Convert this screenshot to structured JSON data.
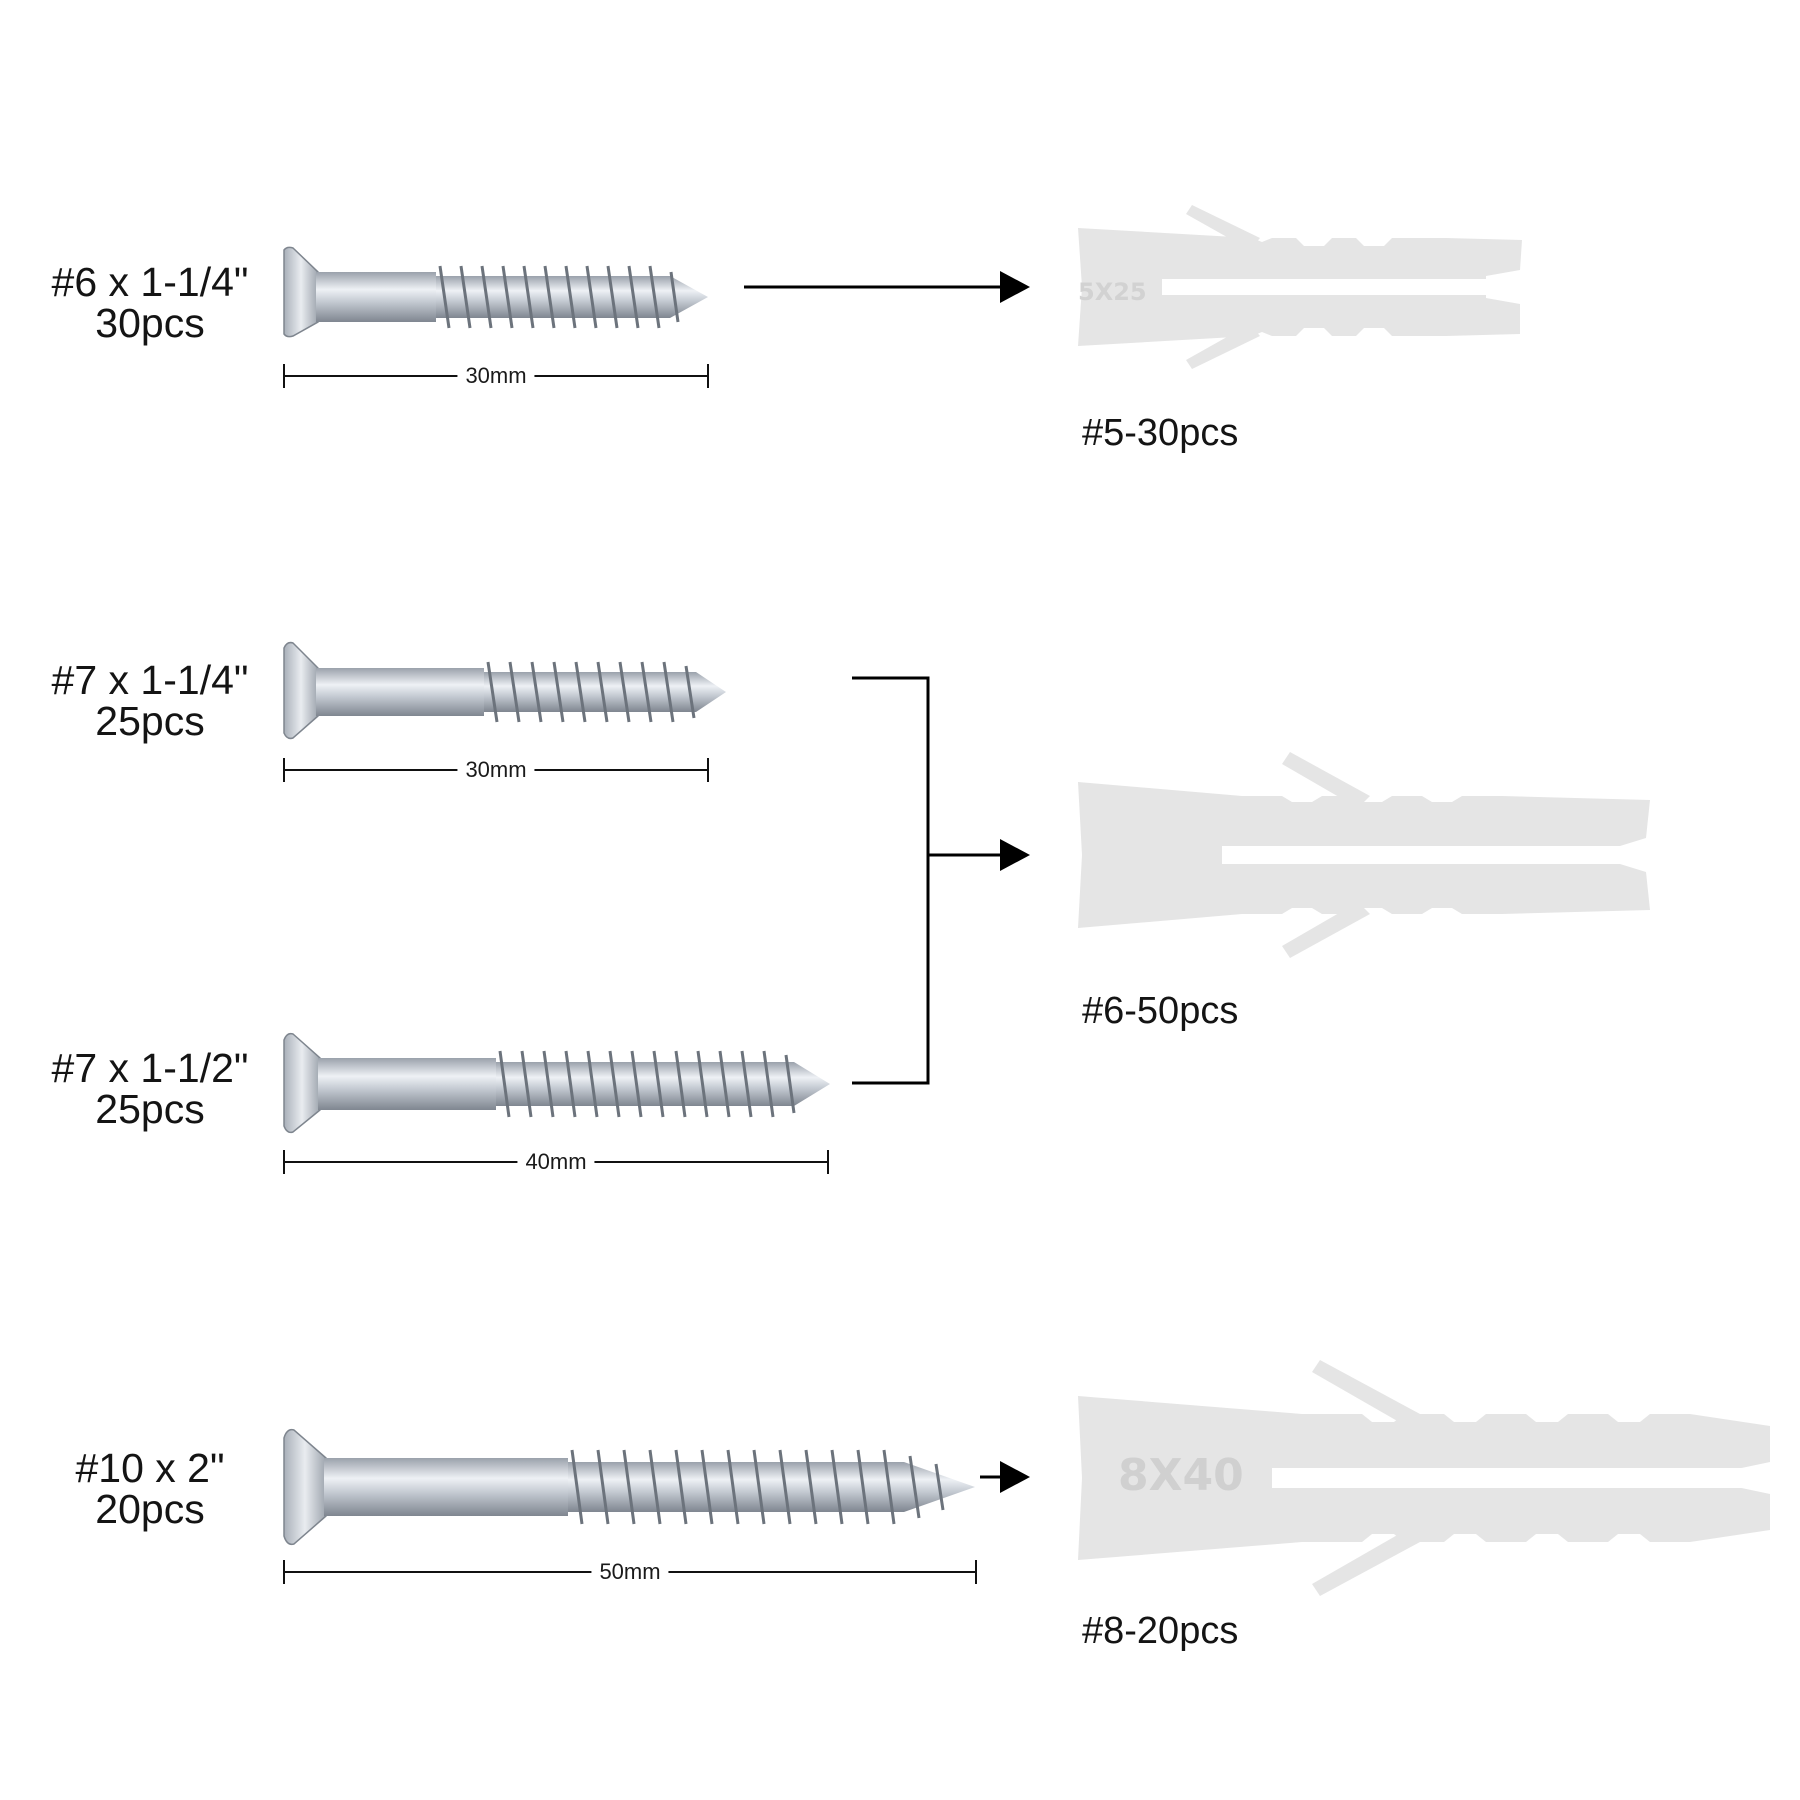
{
  "screws": [
    {
      "size": "#6 x 1-1/4\"",
      "qty": "30pcs",
      "dimension": "30mm"
    },
    {
      "size": "#7 x 1-1/4\"",
      "qty": "25pcs",
      "dimension": "30mm"
    },
    {
      "size": "#7 x 1-1/2\"",
      "qty": "25pcs",
      "dimension": "40mm"
    },
    {
      "size": "#10 x 2\"",
      "qty": "20pcs",
      "dimension": "50mm"
    }
  ],
  "anchors": [
    {
      "label": "#5-30pcs",
      "mark": "5X25"
    },
    {
      "label": "#6-50pcs",
      "mark": ""
    },
    {
      "label": "#8-20pcs",
      "mark": "8X40"
    }
  ],
  "colors": {
    "screw_metal": "#c9ced6",
    "anchor_plastic": "#e6e6e6",
    "arrow": "#000000"
  }
}
